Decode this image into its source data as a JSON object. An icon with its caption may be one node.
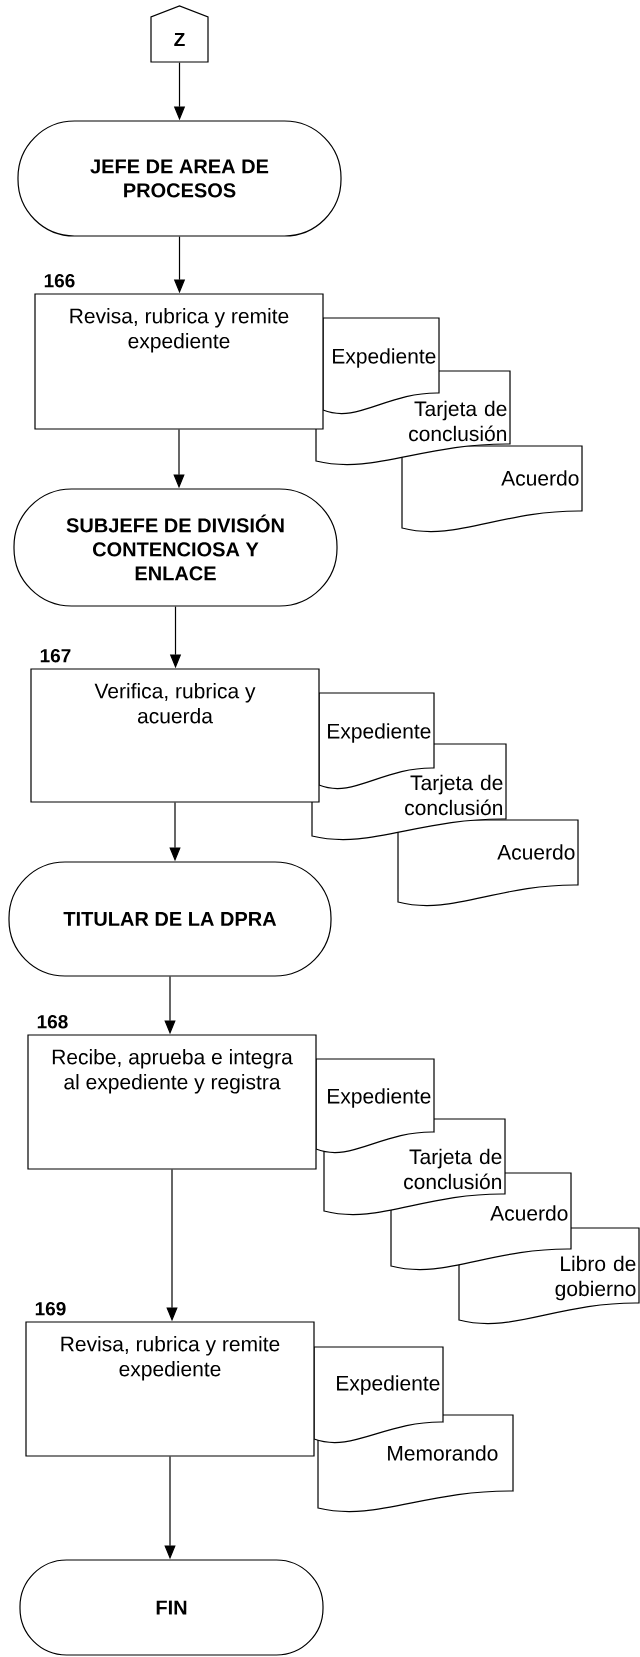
{
  "diagram": {
    "nodes": [
      {
        "text": [
          "Z"
        ]
      },
      {
        "text": [
          "JEFE DE AREA DE PROCESOS"
        ]
      },
      {
        "text": [
          "Revisa, rubrica y remite expediente"
        ],
        "beside": [
          "166"
        ]
      },
      {
        "text": [
          "Expediente"
        ]
      },
      {
        "text": [
          "Tarjeta de conclusión"
        ]
      },
      {
        "text": [
          "Acuerdo"
        ]
      },
      {
        "text": [
          "SUBJEFE DE DIVISIÓN CONTENCIOSA Y ENLACE"
        ]
      },
      {
        "text": [
          "Verifica, rubrica y acuerda"
        ],
        "beside": [
          "167"
        ]
      },
      {
        "text": [
          "Expediente"
        ]
      },
      {
        "text": [
          "Tarjeta de conclusión"
        ]
      },
      {
        "text": [
          "Acuerdo"
        ]
      },
      {
        "text": [
          "TITULAR DE LA DPRA"
        ]
      },
      {
        "text": [
          "Recibe, aprueba e integra al expediente y registra"
        ],
        "beside": [
          "168"
        ]
      },
      {
        "text": [
          "Expediente"
        ]
      },
      {
        "text": [
          "Tarjeta de conclusión"
        ]
      },
      {
        "text": [
          "Acuerdo"
        ]
      },
      {
        "text": [
          "Libro de gobierno"
        ]
      },
      {
        "text": [
          "Revisa, rubrica y remite expediente"
        ],
        "beside": [
          "169"
        ]
      },
      {
        "text": [
          "Expediente"
        ]
      },
      {
        "text": [
          "Memorando"
        ]
      },
      {
        "text": [
          "FIN"
        ]
      }
    ],
    "edges": [
      {
        "from": 0,
        "to": 1,
        "arrow": "to"
      },
      {
        "from": 1,
        "to": 2,
        "arrow": "to"
      },
      {
        "from": 2,
        "to": 6,
        "arrow": "to"
      },
      {
        "from": 6,
        "to": 7,
        "arrow": "to"
      },
      {
        "from": 7,
        "to": 11,
        "arrow": "to"
      },
      {
        "from": 11,
        "to": 12,
        "arrow": "to"
      },
      {
        "from": 12,
        "to": 17,
        "arrow": "to"
      },
      {
        "from": 17,
        "to": 20,
        "arrow": "to"
      }
    ]
  }
}
